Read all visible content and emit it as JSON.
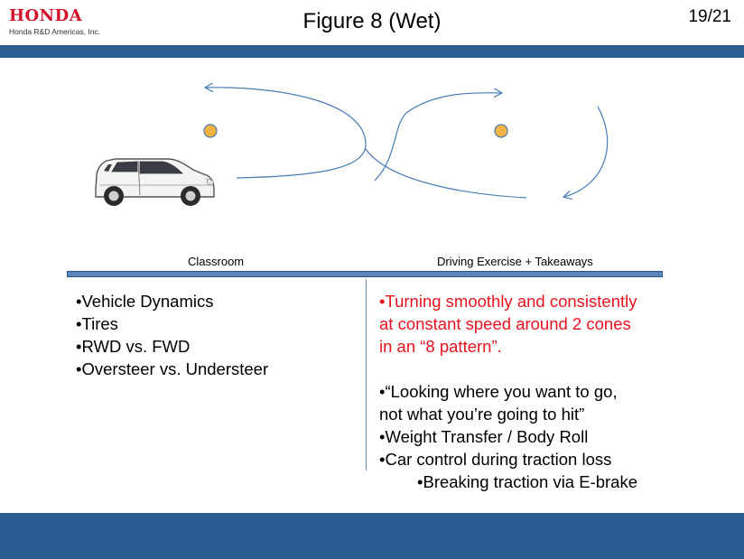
{
  "brand": {
    "name": "HONDA",
    "subtitle": "Honda R&D Americas, Inc."
  },
  "slide": {
    "title": "Figure 8 (Wet)",
    "page": "19/21"
  },
  "columns": {
    "left_label": "Classroom",
    "right_label": "Driving Exercise + Takeaways"
  },
  "left_items": [
    "•Vehicle Dynamics",
    "•Tires",
    "•RWD vs. FWD",
    "•Oversteer vs. Understeer"
  ],
  "right_items": {
    "red_lines": [
      "•Turning smoothly and consistently",
      "at constant speed around 2 cones",
      "in an “8 pattern”."
    ],
    "lines": [
      "•“Looking where you want to go,",
      "not what you’re going to hit”",
      "•Weight Transfer / Body Roll",
      "•Car control during traction loss"
    ],
    "sub_item": "•Breaking traction via E-brake"
  },
  "colors": {
    "brand_red": "#d3122b",
    "band_blue": "#2d5f93",
    "highlight_red": "#e8131f",
    "cone": "#f2b440"
  },
  "icons": [
    "car-icon",
    "cone-icon"
  ]
}
